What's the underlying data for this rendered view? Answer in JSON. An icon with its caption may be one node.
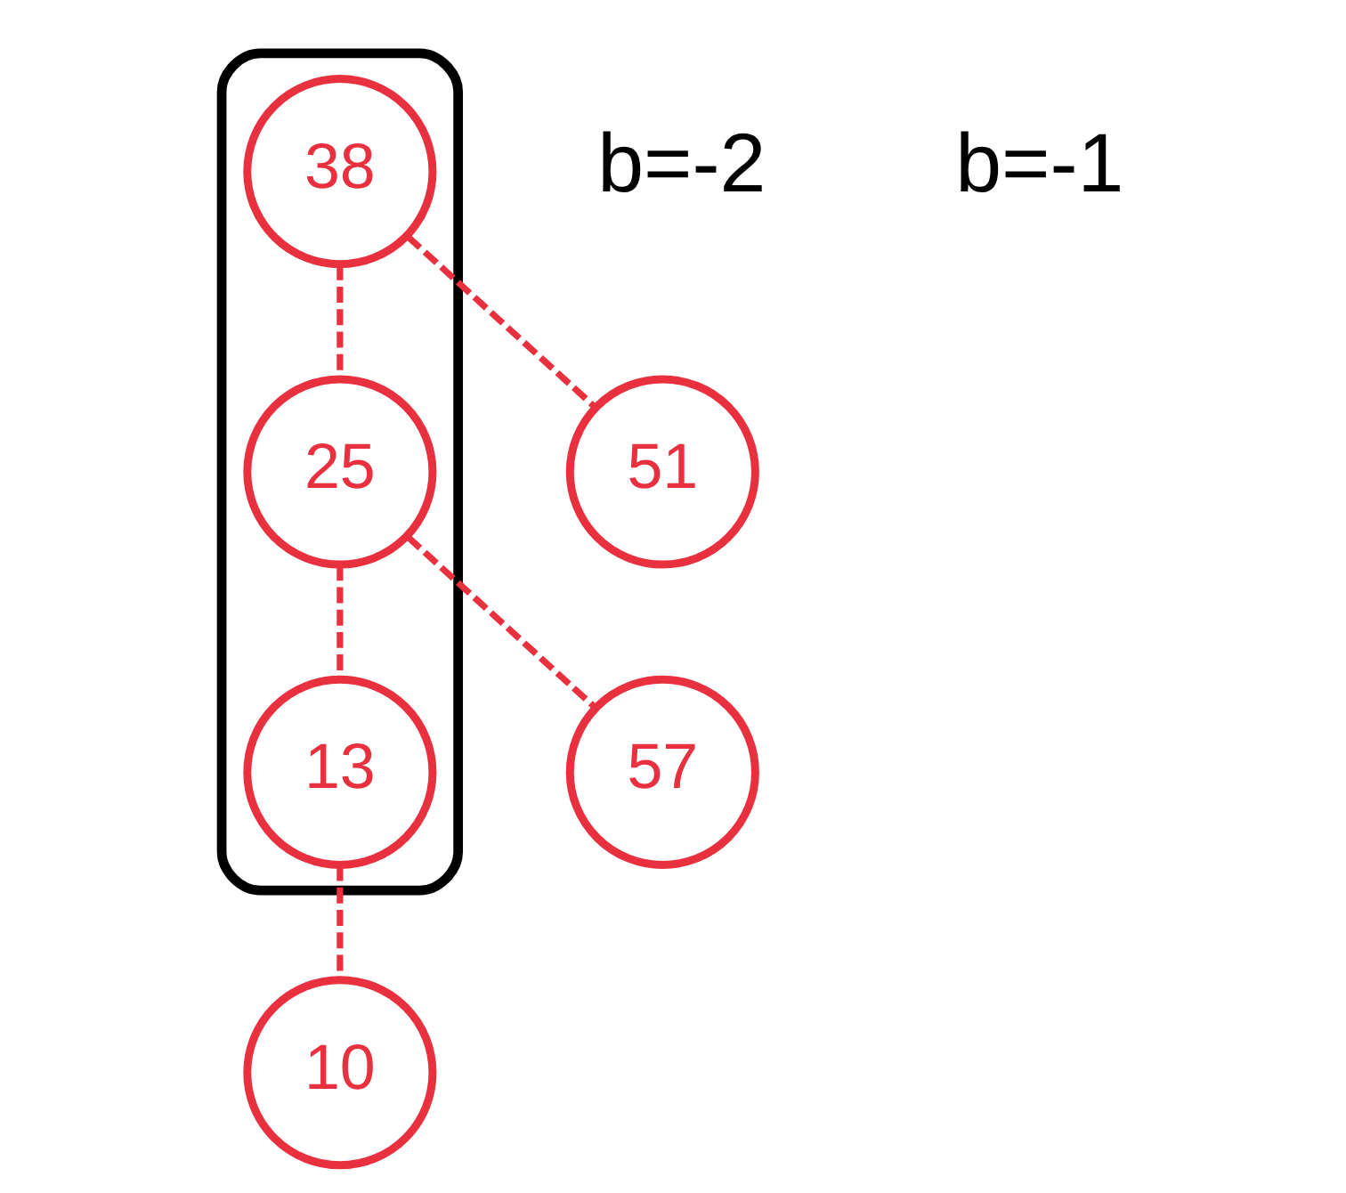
{
  "diagram": {
    "nodes": [
      {
        "text": [],
        "shape": "box"
      },
      {
        "text": [
          "38"
        ],
        "in": 0
      },
      {
        "text": [
          "51"
        ]
      },
      {
        "text": [
          "25"
        ],
        "in": 0
      },
      {
        "text": [
          "57"
        ]
      },
      {
        "text": [
          "13"
        ],
        "in": 0
      },
      {
        "text": [
          "10"
        ]
      }
    ],
    "edges": [
      {
        "from": 1,
        "to": 3,
        "arrow": "none"
      },
      {
        "from": 1,
        "to": 2,
        "arrow": "none"
      },
      {
        "from": 3,
        "to": 5,
        "arrow": "none"
      },
      {
        "from": 3,
        "to": 4,
        "arrow": "none"
      },
      {
        "from": 5,
        "to": 6,
        "arrow": "none"
      }
    ],
    "labels": [
      "b=-2",
      "b=-1"
    ]
  }
}
